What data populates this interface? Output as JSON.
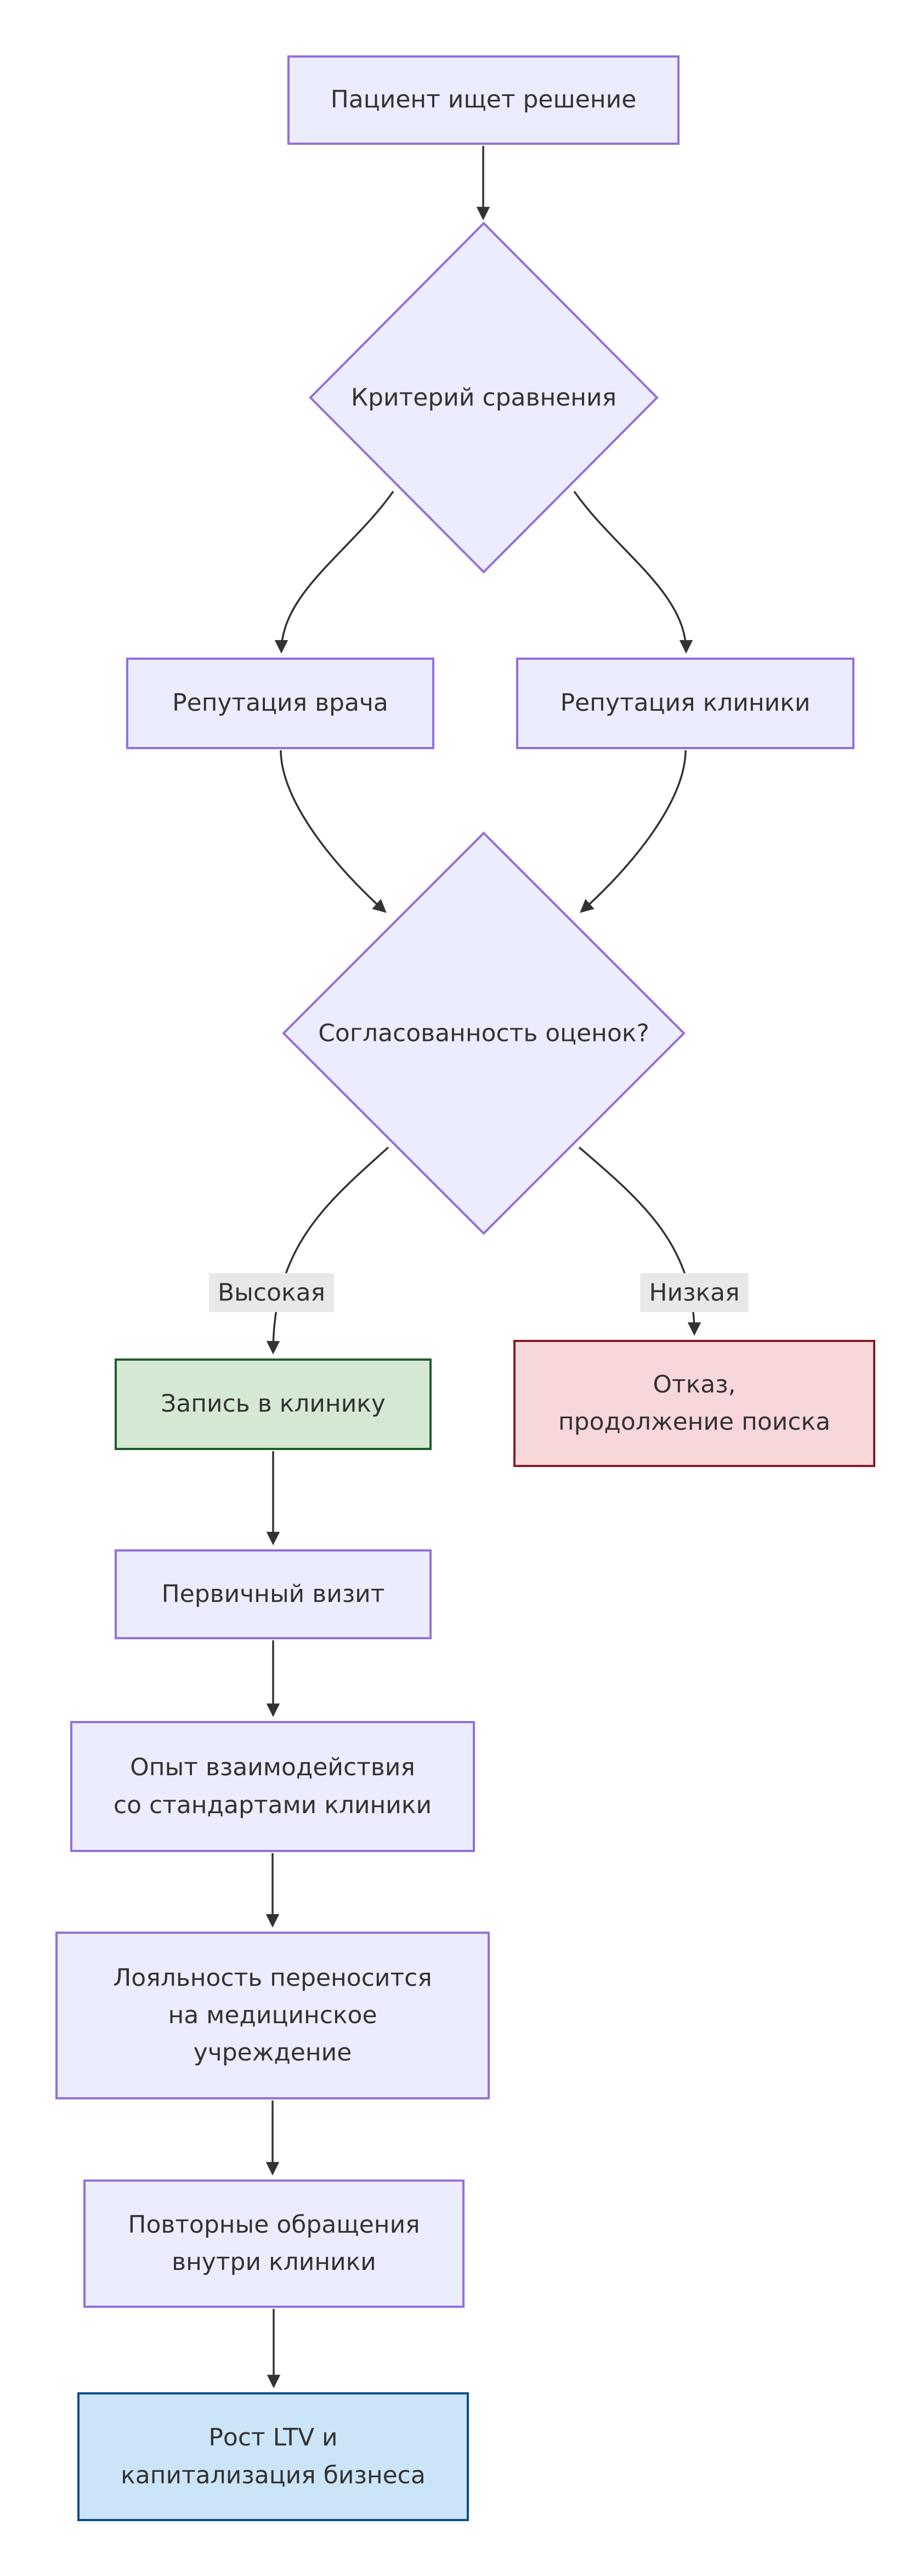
{
  "diagram": {
    "type": "flowchart",
    "direction": "top-down",
    "nodes": {
      "start": {
        "shape": "rect",
        "color": "purple",
        "lines": [
          "Пациент ищет решение"
        ]
      },
      "criteria": {
        "shape": "diamond",
        "color": "purple",
        "lines": [
          "Критерий сравнения"
        ]
      },
      "doctor": {
        "shape": "rect",
        "color": "purple",
        "lines": [
          "Репутация врача"
        ]
      },
      "clinic": {
        "shape": "rect",
        "color": "purple",
        "lines": [
          "Репутация клиники"
        ]
      },
      "consistency": {
        "shape": "diamond",
        "color": "purple",
        "lines": [
          "Согласованность оценок?"
        ]
      },
      "booking": {
        "shape": "rect",
        "color": "green",
        "lines": [
          "Запись в клинику"
        ]
      },
      "refusal": {
        "shape": "rect",
        "color": "red",
        "lines": [
          "Отказ,",
          "продолжение поиска"
        ]
      },
      "first_visit": {
        "shape": "rect",
        "color": "purple",
        "lines": [
          "Первичный визит"
        ]
      },
      "experience": {
        "shape": "rect",
        "color": "purple",
        "lines": [
          "Опыт взаимодействия",
          "со стандартами клиники"
        ]
      },
      "loyalty": {
        "shape": "rect",
        "color": "purple",
        "lines": [
          "Лояльность переносится",
          "на медицинское",
          "учреждение"
        ]
      },
      "repeat": {
        "shape": "rect",
        "color": "purple",
        "lines": [
          "Повторные обращения",
          "внутри клиники"
        ]
      },
      "ltv": {
        "shape": "rect",
        "color": "blue",
        "lines": [
          "Рост LTV и",
          "капитализация бизнеса"
        ]
      }
    },
    "edges": [
      {
        "from": "start",
        "to": "criteria",
        "label": ""
      },
      {
        "from": "criteria",
        "to": "doctor",
        "label": ""
      },
      {
        "from": "criteria",
        "to": "clinic",
        "label": ""
      },
      {
        "from": "doctor",
        "to": "consistency",
        "label": ""
      },
      {
        "from": "clinic",
        "to": "consistency",
        "label": ""
      },
      {
        "from": "consistency",
        "to": "booking",
        "label": "Высокая"
      },
      {
        "from": "consistency",
        "to": "refusal",
        "label": "Низкая"
      },
      {
        "from": "booking",
        "to": "first_visit",
        "label": ""
      },
      {
        "from": "first_visit",
        "to": "experience",
        "label": ""
      },
      {
        "from": "experience",
        "to": "loyalty",
        "label": ""
      },
      {
        "from": "loyalty",
        "to": "repeat",
        "label": ""
      },
      {
        "from": "repeat",
        "to": "ltv",
        "label": ""
      }
    ],
    "colors": {
      "node_fill_default": "#ECECFF",
      "node_border_default": "#9370DB",
      "success_fill": "#D5E8D4",
      "success_border": "#1D5D2B",
      "danger_fill": "#F8D7DA",
      "danger_border": "#842029",
      "result_fill": "#CCE4F7",
      "result_border": "#0D4D8C",
      "edge_label_bg": "#E8E8E8",
      "line_color": "#333333",
      "text_color": "#333333"
    }
  }
}
